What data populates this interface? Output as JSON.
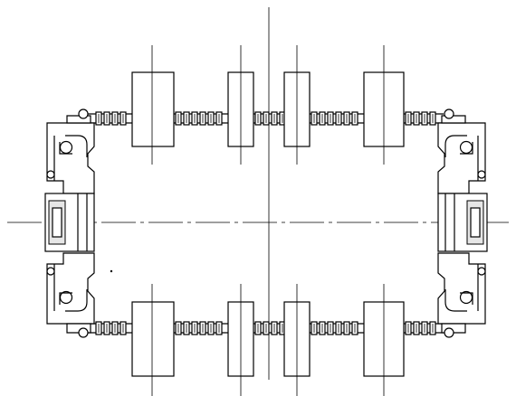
{
  "drawing": {
    "colors": {
      "ink": "#000000",
      "paper": "#ffffff",
      "tone": "#e6e6e6"
    },
    "roller_columns": 4,
    "roller_rows": 2,
    "corner_clamps": 4,
    "side_blocks": 2
  }
}
